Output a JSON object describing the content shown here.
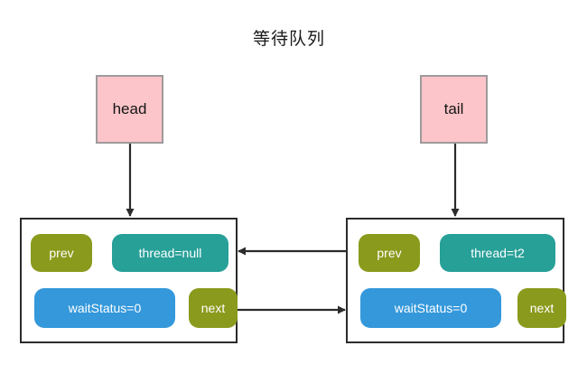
{
  "title": "等待队列",
  "colors": {
    "pointer_box_fill": "#fbc5c9",
    "pointer_box_border": "#9e9a9c",
    "node_border": "#2b2b2b",
    "pill_olive": "#8a9a1c",
    "pill_teal": "#27a098",
    "pill_blue": "#3498db",
    "arrow": "#2b2b2b",
    "background": "#ffffff"
  },
  "pointers": [
    {
      "id": "head",
      "label": "head"
    },
    {
      "id": "tail",
      "label": "tail"
    }
  ],
  "nodes": [
    {
      "id": "node-left",
      "fields": {
        "prev": "prev",
        "thread": "thread=null",
        "wait_status": "waitStatus=0",
        "next": "next"
      }
    },
    {
      "id": "node-right",
      "fields": {
        "prev": "prev",
        "thread": "thread=t2",
        "wait_status": "waitStatus=0",
        "next": "next"
      }
    }
  ],
  "connectors": [
    {
      "id": "head-to-node-left",
      "from": "head",
      "to": "node-left",
      "direction": "down"
    },
    {
      "id": "tail-to-node-right",
      "from": "tail",
      "to": "node-right",
      "direction": "down"
    },
    {
      "id": "right-prev-to-left-node",
      "from": "node-right.prev",
      "to": "node-left",
      "direction": "left"
    },
    {
      "id": "left-next-to-right-node",
      "from": "node-left.next",
      "to": "node-right",
      "direction": "right"
    }
  ]
}
